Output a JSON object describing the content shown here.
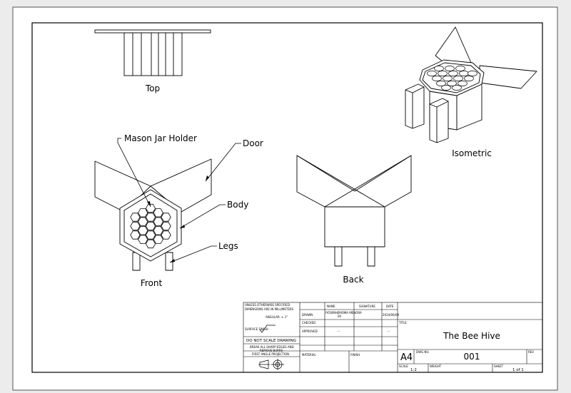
{
  "views": {
    "top": "Top",
    "isometric": "Isometric",
    "front": "Front",
    "back": "Back"
  },
  "callouts": {
    "mason_jar_holder": "Mason Jar Holder",
    "door": "Door",
    "body": "Body",
    "legs": "Legs"
  },
  "title_block": {
    "notes": {
      "line1": "UNLESS OTHERWISE SPECIFIED:",
      "line2": "DIMENSIONS ARE IN MILLIMETERS",
      "angular": "ANGULAR: ± 1°",
      "surface_finish": "SURFACE FINISH",
      "do_not_scale": "DO NOT SCALE DRAWING",
      "break_edges_1": "BREAK ALL SHARP EDGES AND",
      "break_edges_2": "REMOVE BURRS",
      "projection": "FIRST ANGLE PROJECTION"
    },
    "headers": {
      "name": "NAME",
      "signature": "SIGNATURE",
      "date": "DATE"
    },
    "rows": {
      "drawn": "DRAWN",
      "checked": "CHECKED",
      "approved": "APPROVED"
    },
    "drawn_name_1": "IYOSMIHEMOMA MENORA",
    "drawn_name_2": "00",
    "drawn_date": "2024/06/09",
    "approved_name": "--",
    "approved_date": "--",
    "material": "MATERIAL",
    "finish": "FINISH",
    "title_label": "TITLE",
    "title": "The Bee Hive",
    "size": "A4",
    "dwg_no_label": "DWG NO.",
    "dwg_no": "001",
    "rev_label": "REV",
    "scale_label": "SCALE",
    "scale": "1:2",
    "weight_label": "WEIGHT",
    "sheet_label": "SHEET",
    "sheet": "1 of 1"
  }
}
